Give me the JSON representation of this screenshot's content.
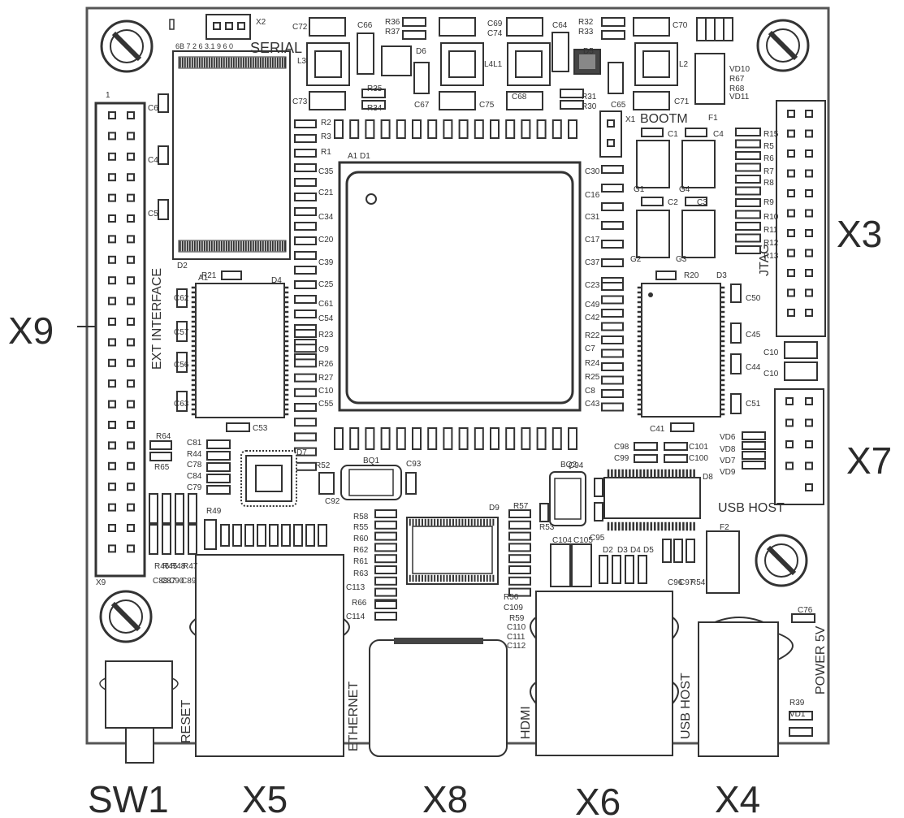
{
  "board": {
    "connectors": {
      "sw1": "SW1",
      "x5": "X5",
      "x8": "X8",
      "x6": "X6",
      "x4": "X4",
      "x9": "X9",
      "x3": "X3",
      "x7": "X7"
    },
    "silkscreen": {
      "serial": "SERIAL",
      "ext_interface": "EXT INTERFACE",
      "jtag": "JTAG",
      "bootm": "BOOTM",
      "usb_host_right": "USB HOST",
      "usb_host_bottom": "USB HOST",
      "ethernet": "ETHERNET",
      "hdmi": "HDMI",
      "reset": "RESET",
      "power": "POWER 5V",
      "ic_d2": "D2",
      "ic_a1": "A1",
      "ic_d1": "A1 D1",
      "ic_d7": "D7",
      "ic_d8": "D8",
      "ic_d9": "D9",
      "bq1": "BQ1",
      "bq2": "BQ2",
      "x9_pin1": "1",
      "x9_small": "X9"
    },
    "component_labels": [
      "C72",
      "C66",
      "R36",
      "R37",
      "C69",
      "C74",
      "C64",
      "R32",
      "R33",
      "C70",
      "L3",
      "D6",
      "L4L1",
      "D5",
      "L2",
      "VD10",
      "R67",
      "R68",
      "VD11",
      "C73",
      "R35",
      "R34",
      "C67",
      "C75",
      "C68",
      "R31",
      "R30",
      "C65",
      "C71",
      "F1",
      "C6",
      "C4",
      "C5",
      "R2",
      "R3",
      "R1",
      "C35",
      "C21",
      "C34",
      "C20",
      "C39",
      "C25",
      "C61",
      "C54",
      "R23",
      "C9",
      "R26",
      "R27",
      "C10",
      "C55",
      "C30",
      "C16",
      "C31",
      "C17",
      "C37",
      "C23",
      "C49",
      "C42",
      "R22",
      "C7",
      "R24",
      "R25",
      "C8",
      "C43",
      "C1",
      "C4",
      "R15",
      "R5",
      "R6",
      "R7",
      "R8",
      "R9",
      "R10",
      "R11",
      "R12",
      "R13",
      "G1",
      "G4",
      "C2",
      "C3",
      "G2",
      "G3",
      "R20",
      "D3",
      "D4",
      "R21",
      "C62",
      "C57",
      "C56",
      "C63",
      "C50",
      "C45",
      "C44",
      "C51",
      "C10",
      "C10",
      "C53",
      "C41",
      "R64",
      "R65",
      "C81",
      "R44",
      "C78",
      "C84",
      "C79",
      "R52",
      "C92",
      "C93",
      "C98",
      "C99",
      "C101",
      "C100",
      "VD6",
      "VD8",
      "VD7",
      "VD9",
      "C94",
      "R53",
      "C95",
      "R58",
      "R55",
      "R60",
      "R62",
      "R61",
      "R63",
      "C113",
      "R66",
      "C114",
      "R57",
      "R56",
      "C109",
      "R59",
      "C110",
      "C111",
      "C112",
      "C104",
      "C105",
      "D2",
      "D3",
      "D4",
      "D5",
      "C96",
      "C97",
      "R54",
      "F2",
      "R49",
      "R46",
      "R45",
      "R48",
      "R47",
      "C88",
      "C87",
      "C90",
      "C89",
      "C76",
      "R39",
      "VD1"
    ]
  }
}
